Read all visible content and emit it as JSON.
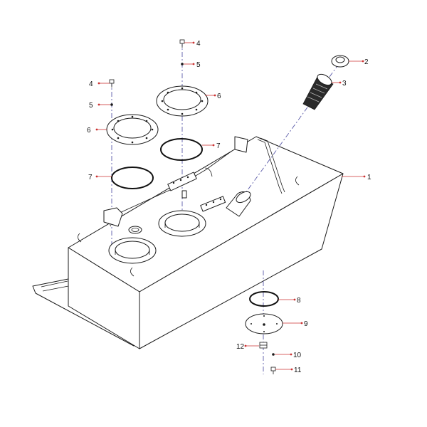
{
  "callouts": [
    "1",
    "2",
    "3",
    "4",
    "4",
    "5",
    "5",
    "6",
    "6",
    "7",
    "7",
    "8",
    "9",
    "10",
    "11",
    "12"
  ]
}
